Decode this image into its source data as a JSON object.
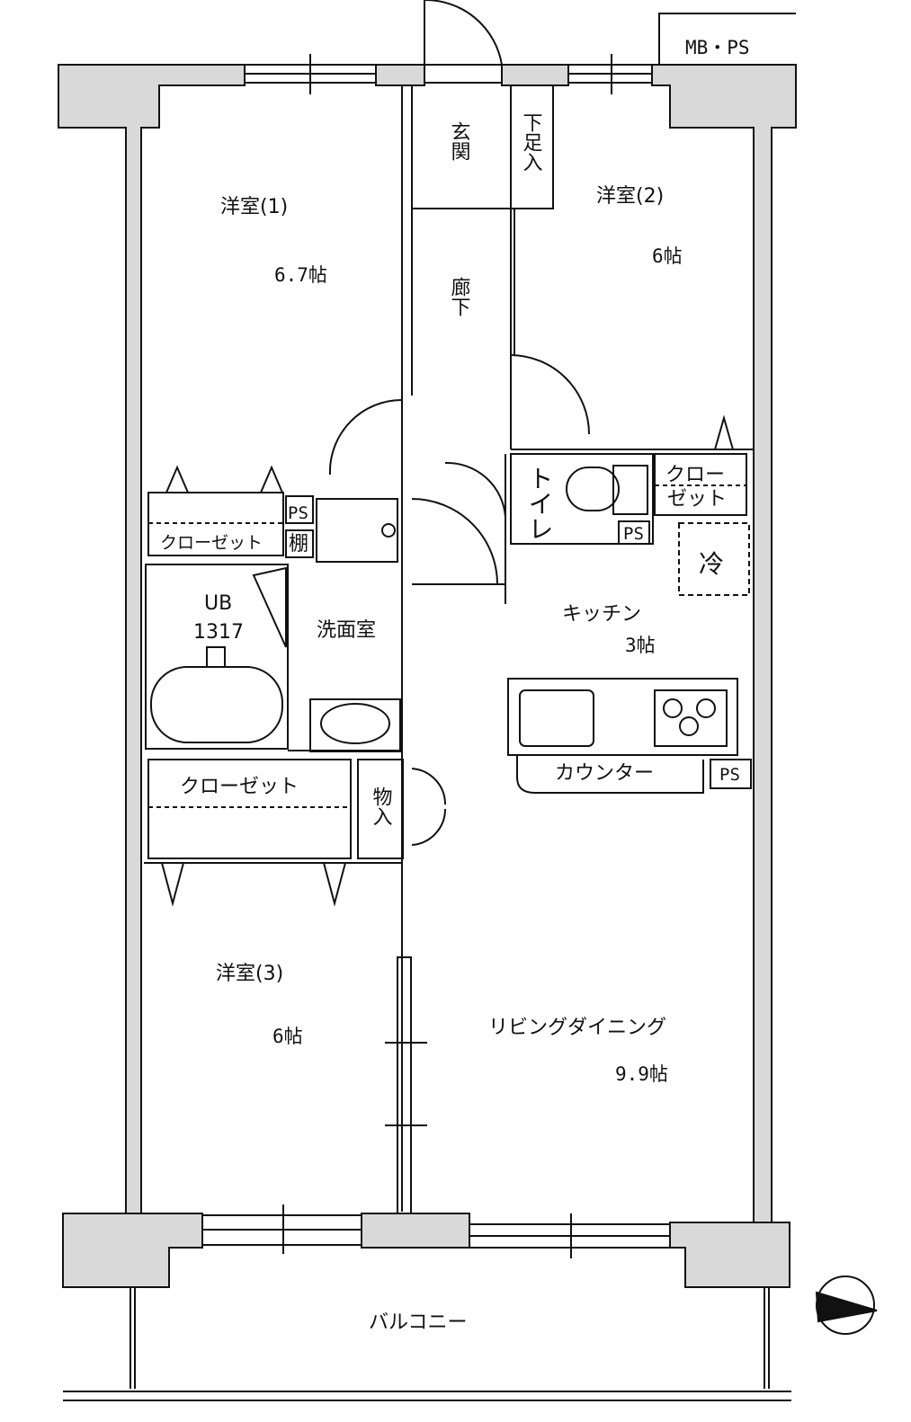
{
  "rooms": {
    "western1": {
      "name": "洋室(1)",
      "size": "6.7帖"
    },
    "western2": {
      "name": "洋室(2)",
      "size": "6帖"
    },
    "western3": {
      "name": "洋室(3)",
      "size": "6帖"
    },
    "living": {
      "name": "リビングダイニング",
      "size": "9.9帖"
    },
    "kitchen": {
      "name": "キッチン",
      "size": "3帖"
    },
    "entrance": {
      "name": "玄関"
    },
    "shoe": {
      "name": "下足入"
    },
    "hall": {
      "name": "廊下"
    },
    "toilet": {
      "name": "トイレ"
    },
    "washroom": {
      "name": "洗面室"
    },
    "bath": {
      "name": "UB",
      "code": "1317"
    },
    "balcony": {
      "name": "バルコニー"
    }
  },
  "labels": {
    "mbps": "MB・PS",
    "ps": "PS",
    "shelf": "棚",
    "closet": "クローゼット",
    "closet_split_1": "クロー",
    "closet_split_2": "ゼット",
    "storage": "物入",
    "counter": "カウンター",
    "fridge": "冷"
  },
  "colors": {
    "wall_fill": "#d9d9d9",
    "line": "#111111",
    "background": "#ffffff"
  }
}
